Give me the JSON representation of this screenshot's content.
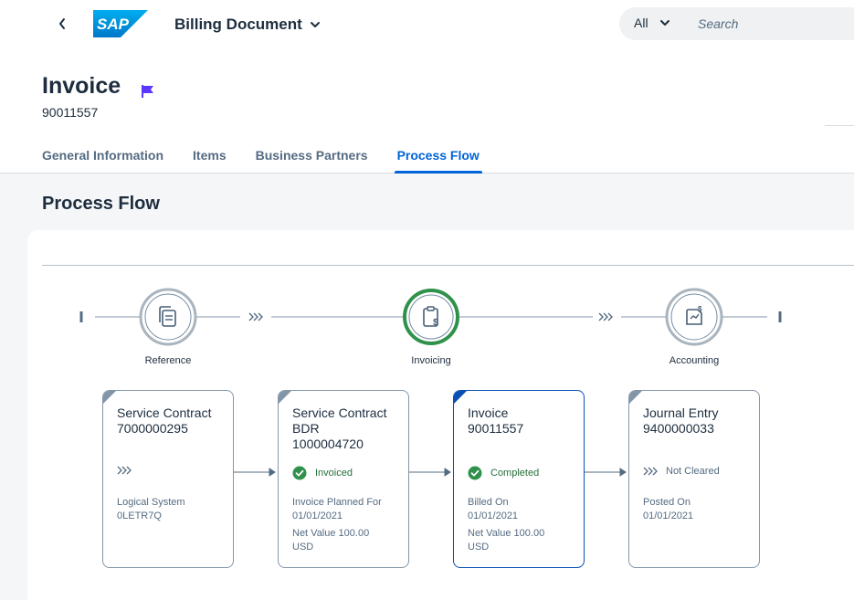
{
  "shell": {
    "app_title": "Billing Document",
    "logo_text": "SAP",
    "search_scope": "All",
    "search_placeholder": "Search"
  },
  "header": {
    "title": "Invoice",
    "number": "90011557"
  },
  "tabs": [
    {
      "label": "General Information",
      "active": false
    },
    {
      "label": "Items",
      "active": false
    },
    {
      "label": "Business Partners",
      "active": false
    },
    {
      "label": "Process Flow",
      "active": true
    }
  ],
  "section": {
    "title": "Process Flow"
  },
  "lanes": [
    {
      "label": "Reference",
      "icon": "documents-icon",
      "state": "neutral"
    },
    {
      "label": "Invoicing",
      "icon": "clipboard-dollar-icon",
      "state": "positive"
    },
    {
      "label": "Accounting",
      "icon": "accounting-document-icon",
      "state": "neutral"
    }
  ],
  "nodes": [
    {
      "title_line1": "Service Contract",
      "title_line2": "7000000295",
      "status": "",
      "status_icon": "planned-chevrons-icon",
      "info1_label": "Logical System",
      "info1_value": "0LETR7Q",
      "info2_label": "",
      "info2_value": ""
    },
    {
      "title_line1": "Service Contract",
      "title_line2": "BDR",
      "title_line3": "1000004720",
      "status": "Invoiced",
      "status_icon": "success-check-icon",
      "info1_label": "Invoice Planned For",
      "info1_value": "01/01/2021",
      "info2_label": "Net Value 100.00",
      "info2_value": "USD"
    },
    {
      "title_line1": "Invoice",
      "title_line2": "90011557",
      "status": "Completed",
      "status_icon": "success-check-icon",
      "info1_label": "Billed On",
      "info1_value": "01/01/2021",
      "info2_label": "Net Value 100.00",
      "info2_value": "USD"
    },
    {
      "title_line1": "Journal Entry",
      "title_line2": "9400000033",
      "status": "Not Cleared",
      "status_icon": "planned-chevrons-icon",
      "info1_label": "Posted On",
      "info1_value": "01/01/2021",
      "info2_label": "",
      "info2_value": ""
    }
  ],
  "colors": {
    "brand": "#0064d9",
    "positive": "#256f3a",
    "flag": "#5d36ff",
    "selected_border": "#0a4fb5"
  }
}
